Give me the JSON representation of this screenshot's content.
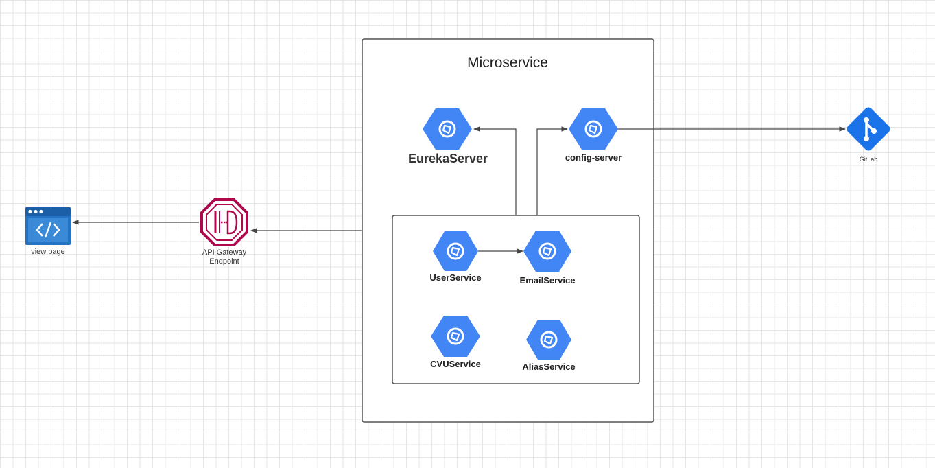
{
  "diagram": {
    "title": "Microservice",
    "nodes": {
      "eureka": {
        "label": "EurekaServer",
        "icon": "gcp-hexagon-icon"
      },
      "config": {
        "label": "config-server",
        "icon": "gcp-hexagon-icon"
      },
      "gitlab": {
        "label": "GitLab",
        "icon": "git-icon"
      },
      "view_page": {
        "label": "view page",
        "icon": "code-window-icon"
      },
      "gateway": {
        "label_line1": "API Gateway",
        "label_line2": "Endpoint",
        "icon": "api-gateway-icon"
      },
      "user": {
        "label": "UserService",
        "icon": "gcp-hexagon-icon"
      },
      "email": {
        "label": "EmailService",
        "icon": "gcp-hexagon-icon"
      },
      "cvu": {
        "label": "CVUService",
        "icon": "gcp-hexagon-icon"
      },
      "alias": {
        "label": "AliasService",
        "icon": "gcp-hexagon-icon"
      }
    },
    "edges": [
      {
        "from": "microservice-group",
        "to": "gateway"
      },
      {
        "from": "gateway",
        "to": "view_page"
      },
      {
        "from": "services-group",
        "to": "eureka"
      },
      {
        "from": "services-group",
        "to": "config"
      },
      {
        "from": "config",
        "to": "gitlab"
      },
      {
        "from": "user",
        "to": "email"
      }
    ],
    "colors": {
      "gcp_blue": "#4285f4",
      "gateway_red": "#b0084d",
      "gitlab_blue": "#1a73e8",
      "view_blue": "#2374c6",
      "line": "#444444"
    }
  }
}
